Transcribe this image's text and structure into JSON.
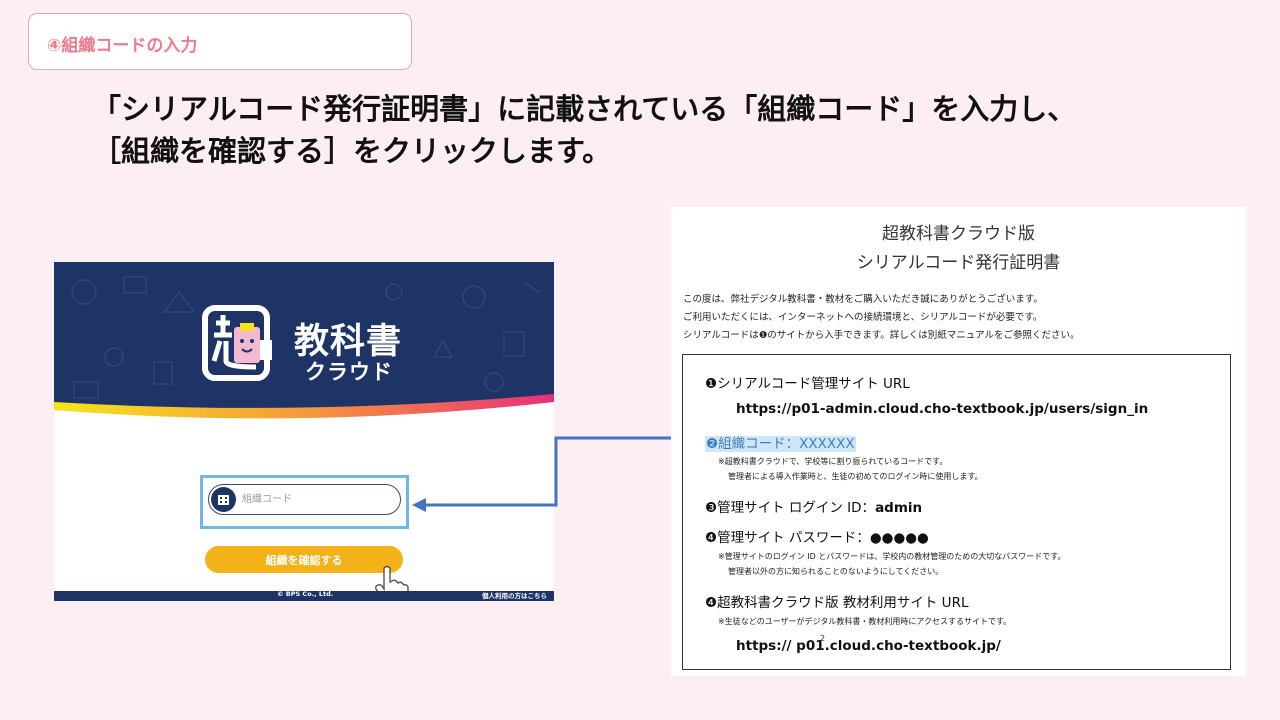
{
  "step_label": "④組織コードの入力",
  "headline": {
    "line1": "「シリアルコード発行証明書」に記載されている「組織コード」を入力し、",
    "line2": "［組織を確認する］をクリックします。"
  },
  "login": {
    "logo_title": "教科書",
    "logo_sub": "クラウド",
    "input_placeholder": "組織コード",
    "confirm_button": "組織を確認する",
    "footer_copyright": "© BPS Co., Ltd.",
    "footer_link": "個人利用の方はこちら",
    "colors": {
      "hero": "#1e3466",
      "button": "#f2b218",
      "highlight_border": "#72b6e6"
    }
  },
  "certificate": {
    "title1": "超教科書クラウド版",
    "title2": "シリアルコード発行証明書",
    "intro": [
      "この度は、弊社デジタル教科書・教材をご購入いただき誠にありがとうございます。",
      "ご利用いただくには、インターネットへの接続環境と、シリアルコードが必要です。",
      "シリアルコードは❶のサイトから入手できます。詳しくは別紙マニュアルをご参照ください。"
    ],
    "items": {
      "site_label": "❶シリアルコード管理サイト URL",
      "site_url": "https://p01-admin.cloud.cho-textbook.jp/users/sign_in",
      "org_code_label": "❷組織コード：XXXXXX",
      "org_code_note1": "※超教科書クラウドで、学校等に割り振られているコードです。",
      "org_code_note2": "管理者による導入作業時と、生徒の初めてのログイン時に使用します。",
      "login_id_label": "❸管理サイト ログイン ID：",
      "login_id_value": "admin",
      "password_label": "❹管理サイト パスワード：",
      "password_value": "●●●●●",
      "password_note1": "※管理サイトのログイン ID とパスワードは、学校内の教材管理のための大切なパスワードです。",
      "password_note2": "管理者以外の方に知られることのないようにしてください。",
      "material_label": "❹超教科書クラウド版 教材利用サイト URL",
      "material_note": "※生徒などのユーザーがデジタル教科書・教材利用時にアクセスするサイトです。",
      "material_url": "https:// p01.cloud.cho-textbook.jp/"
    }
  },
  "page_number": "2"
}
